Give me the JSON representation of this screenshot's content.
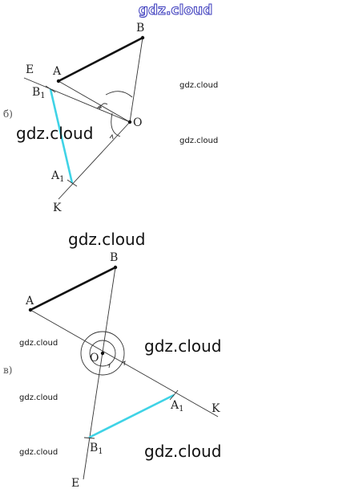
{
  "watermarks": {
    "top": "gdz.cloud",
    "w1": "gdz.cloud",
    "w2": "gdz.cloud",
    "w3": "gdz.cloud",
    "w4": "gdz.cloud",
    "w5": "gdz.cloud",
    "w6": "gdz.cloud",
    "w7": "gdz.cloud",
    "w8": "gdz.cloud",
    "w9": "gdz.cloud"
  },
  "panel_b": {
    "marker": "б)",
    "labels": {
      "A": "A",
      "B": "B",
      "E": "E",
      "O": "O",
      "K": "K",
      "B1": "B",
      "B1_sub": "1",
      "A1": "A",
      "A1_sub": "1"
    }
  },
  "panel_v": {
    "marker": "в)",
    "labels": {
      "A": "A",
      "B": "B",
      "O": "O",
      "K": "K",
      "E": "E",
      "A1": "A",
      "A1_sub": "1",
      "B1": "B",
      "B1_sub": "1"
    }
  },
  "colors": {
    "segment": "#111111",
    "image_segment": "#3fd3e6",
    "construction": "#333333"
  }
}
